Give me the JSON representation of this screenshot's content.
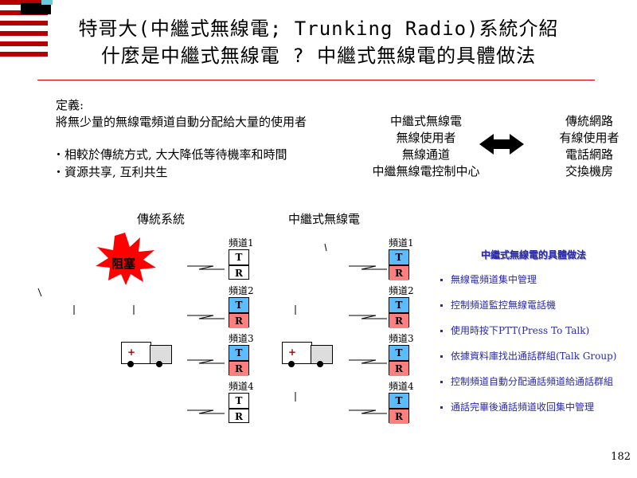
{
  "title_line1": "特哥大(中繼式無線電; Trunking Radio)系統介紹",
  "title_line2": "什麼是中繼式無線電 ? 中繼式無線電的具體做法",
  "definition": {
    "label": "定義:",
    "text": "將無少量的無線電頻道自動分配給大量的使用者",
    "bullets": [
      "・相較於傳統方式, 大大降低等待機率和時間",
      "・資源共享, 互利共生"
    ]
  },
  "comparison": {
    "trunked": [
      "中繼式無線電",
      "無線使用者",
      "無線通道",
      "中繼無線電控制中心"
    ],
    "traditional": [
      "傳統網路",
      "有線使用者",
      "電話網路",
      "交換機房"
    ]
  },
  "diagram": {
    "left_title": "傳統系統",
    "right_title": "中繼式無線電",
    "blocked_label": "阻塞",
    "channels": [
      "頻道1",
      "頻道2",
      "頻道3",
      "頻道4"
    ],
    "t": "T",
    "r": "R",
    "left_busy": [
      false,
      true,
      true,
      false
    ],
    "right_busy": [
      true,
      true,
      true,
      true
    ]
  },
  "steps": {
    "title": "中繼式無線電的具體做法",
    "items": [
      "無線電頻道集中管理",
      "控制頻道監控無線電話機",
      "使用時按下PTT(Press To Talk)",
      "依據資料庫找出通話群組(Talk Group)",
      "控制頻道自動分配通話頻道給通話群組",
      "通話完畢後通話頻道收回集中管理"
    ]
  },
  "colors": {
    "transmit": "#5bbcff",
    "receive": "#ff7f7f",
    "stripe": "#b40000",
    "steps": "#2a2aa8"
  },
  "page_number": "182"
}
